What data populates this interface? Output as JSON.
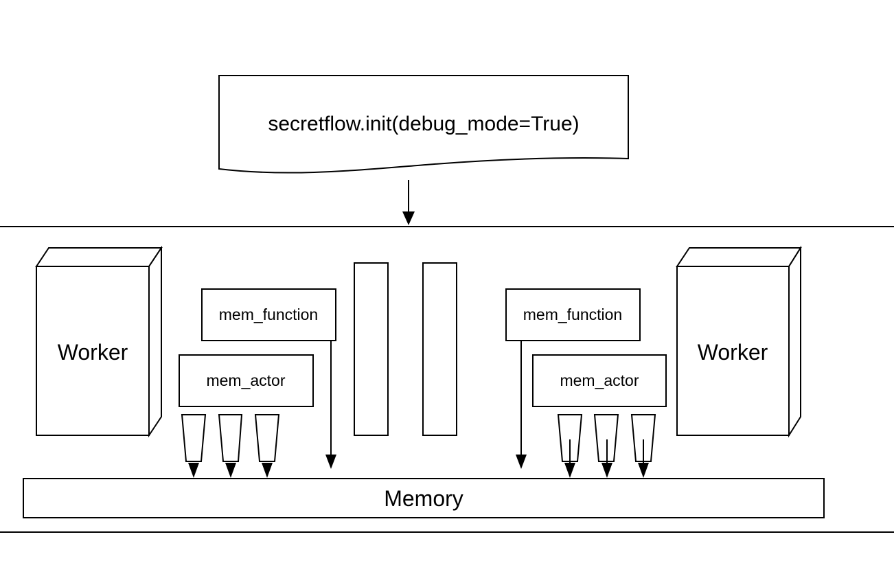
{
  "diagram": {
    "init_call": "secretflow.init(debug_mode=True)",
    "left_worker": {
      "label": "Worker"
    },
    "right_worker": {
      "label": "Worker"
    },
    "left_mem_function": {
      "label": "mem_function"
    },
    "left_mem_actor": {
      "label": "mem_actor"
    },
    "right_mem_function": {
      "label": "mem_function"
    },
    "right_mem_actor": {
      "label": "mem_actor"
    },
    "memory": {
      "label": "Memory"
    }
  }
}
